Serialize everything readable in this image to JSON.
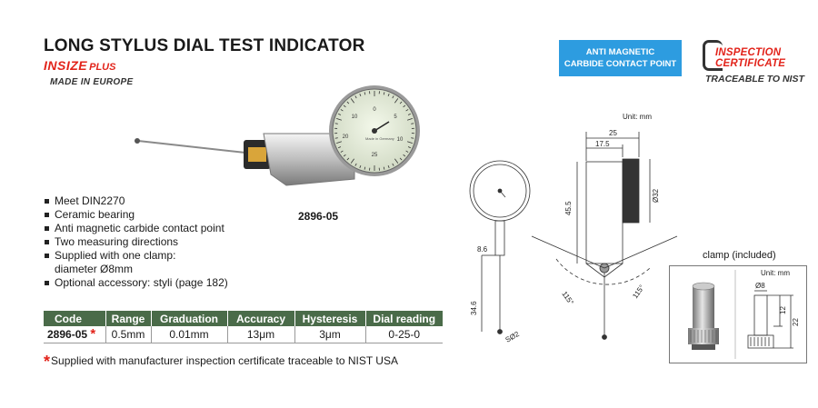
{
  "header": {
    "title": "LONG STYLUS DIAL TEST INDICATOR",
    "brand_main": "INSIZE",
    "brand_plus": "PLUS",
    "made_in": "MADE IN EUROPE"
  },
  "badges": {
    "anti_magnetic_line1": "ANTI MAGNETIC",
    "anti_magnetic_line2": "CARBIDE CONTACT POINT",
    "cert_line1": "INSPECTION",
    "cert_line2": "CERTIFICATE",
    "cert_line3": "TRACEABLE TO NIST"
  },
  "product": {
    "code_label": "2896-05",
    "dial_face_text": "Made in Germany"
  },
  "features": [
    "Meet DIN2270",
    "Ceramic bearing",
    "Anti magnetic carbide contact point",
    "Two measuring directions",
    "Supplied with one clamp:",
    "diameter Ø8mm",
    "Optional accessory: styli (page 182)"
  ],
  "table": {
    "headers": [
      "Code",
      "Range",
      "Graduation",
      "Accuracy",
      "Hysteresis",
      "Dial reading"
    ],
    "rows": [
      {
        "code": "2896-05",
        "star": "*",
        "range": "0.5mm",
        "graduation": "0.01mm",
        "accuracy": "13μm",
        "hysteresis": "3μm",
        "dial_reading": "0-25-0"
      }
    ]
  },
  "footnote": {
    "star": "*",
    "text": "Supplied with manufacturer inspection certificate traceable to NIST USA"
  },
  "drawing": {
    "unit": "Unit: mm",
    "dim_25": "25",
    "dim_17_5": "17.5",
    "dim_45_5": "45.5",
    "dim_32": "Ø32",
    "dim_8_6": "8.6",
    "dim_34_6": "34.6",
    "dim_s2": "SØ2",
    "angle_left": "115°",
    "angle_right": "115°"
  },
  "clamp": {
    "title": "clamp (included)",
    "unit": "Unit: mm",
    "dim_8": "Ø8",
    "dim_12": "12",
    "dim_22": "22"
  }
}
